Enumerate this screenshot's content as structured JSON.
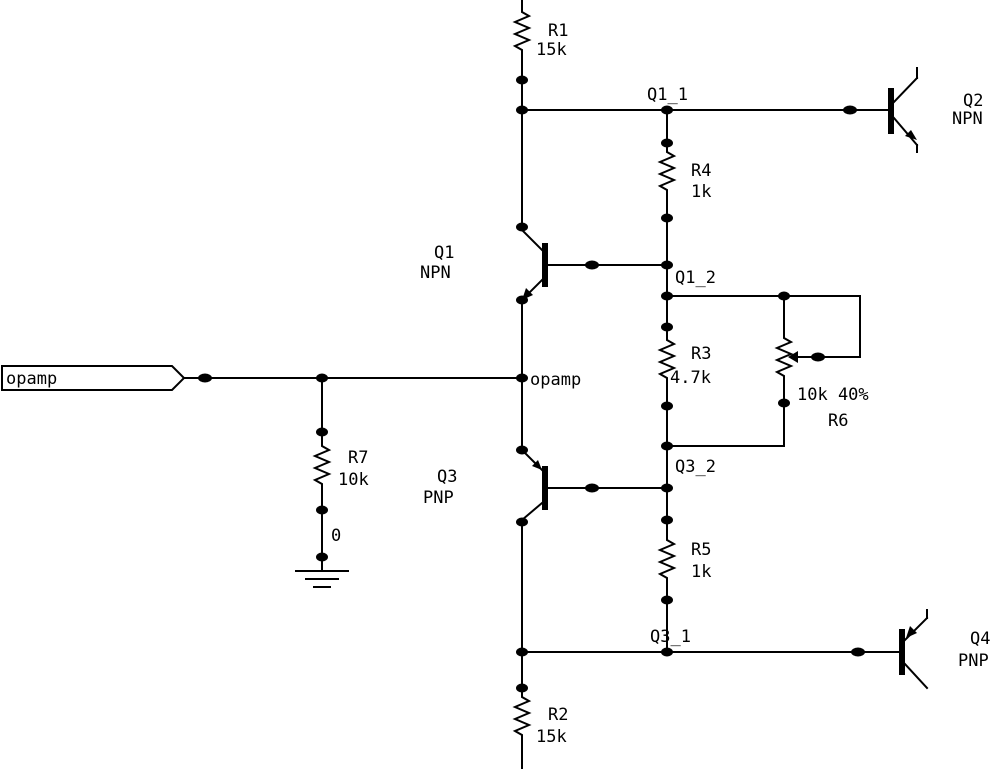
{
  "components": {
    "r1": {
      "ref": "R1",
      "value": "15k"
    },
    "r2": {
      "ref": "R2",
      "value": "15k"
    },
    "r3": {
      "ref": "R3",
      "value": "4.7k"
    },
    "r4": {
      "ref": "R4",
      "value": "1k"
    },
    "r5": {
      "ref": "R5",
      "value": "1k"
    },
    "r6": {
      "ref": "R6",
      "value": "10k 40%"
    },
    "r7": {
      "ref": "R7",
      "value": "10k"
    },
    "q1": {
      "ref": "Q1",
      "type": "NPN"
    },
    "q2": {
      "ref": "Q2",
      "type": "NPN"
    },
    "q3": {
      "ref": "Q3",
      "type": "PNP"
    },
    "q4": {
      "ref": "Q4",
      "type": "PNP"
    }
  },
  "nets": {
    "q1_1": "Q1_1",
    "q1_2": "Q1_2",
    "q3_1": "Q3_1",
    "q3_2": "Q3_2",
    "opamp": "opamp",
    "ground": "0"
  },
  "port": {
    "label": "opamp"
  }
}
